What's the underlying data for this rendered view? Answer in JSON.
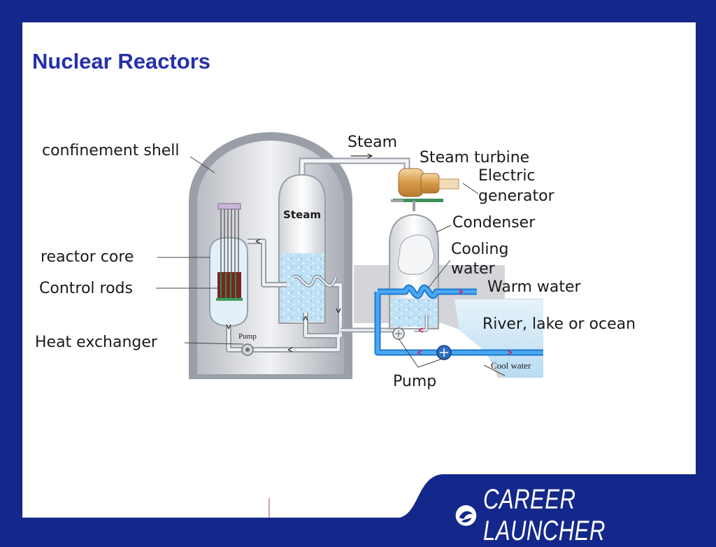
{
  "slide": {
    "title": "Nuclear Reactors"
  },
  "diagram": {
    "labels": {
      "confinement_shell": "confinement shell",
      "steam_top": "Steam",
      "steam_inside": "Steam",
      "steam_turbine": "Steam turbine",
      "electric": "Electric",
      "generator": "generator",
      "condenser": "Condenser",
      "cooling": "Cooling",
      "water": "water",
      "warm_water": "Warm water",
      "reactor_core": "reactor core",
      "control_rods": "Control rods",
      "river": "River, lake or ocean",
      "heat_exchanger": "Heat exchanger",
      "pump_small": "Pump",
      "pump_main": "Pump",
      "cool_water": "Cool water"
    }
  },
  "brand": {
    "name": "CAREER LAUNCHER",
    "logo_icon": "career-launcher-icon"
  },
  "colors": {
    "background": "#13288a",
    "title": "#2630a8",
    "water": "#2a8ee8"
  }
}
